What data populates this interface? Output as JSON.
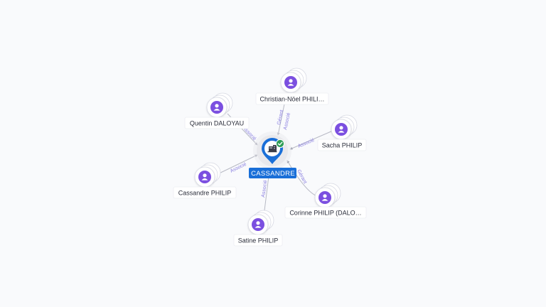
{
  "center": {
    "label": "CASSANDRE",
    "icon": "building-icon",
    "status_icon": "check-icon",
    "pin_color": "#1a6fd8",
    "status_color": "#2e9d57"
  },
  "colors": {
    "person_icon": "#7b4fe0",
    "edge_label": "#8a7fe0"
  },
  "people": [
    {
      "id": "christian",
      "name": "Christian-Nöel PHILI…",
      "roles": [
        "Gérant",
        "Associé"
      ]
    },
    {
      "id": "quentin",
      "name": "Quentin DALOYAU",
      "roles": [
        "Associé"
      ]
    },
    {
      "id": "sacha",
      "name": "Sacha PHILIP",
      "roles": [
        "Associé"
      ]
    },
    {
      "id": "cassandre",
      "name": "Cassandre PHILIP",
      "roles": [
        "Associé"
      ]
    },
    {
      "id": "corinne",
      "name": "Corinne PHILIP (DALO…",
      "roles": [
        "Gérant"
      ]
    },
    {
      "id": "satine",
      "name": "Satine PHILIP",
      "roles": [
        "Associé"
      ]
    }
  ]
}
